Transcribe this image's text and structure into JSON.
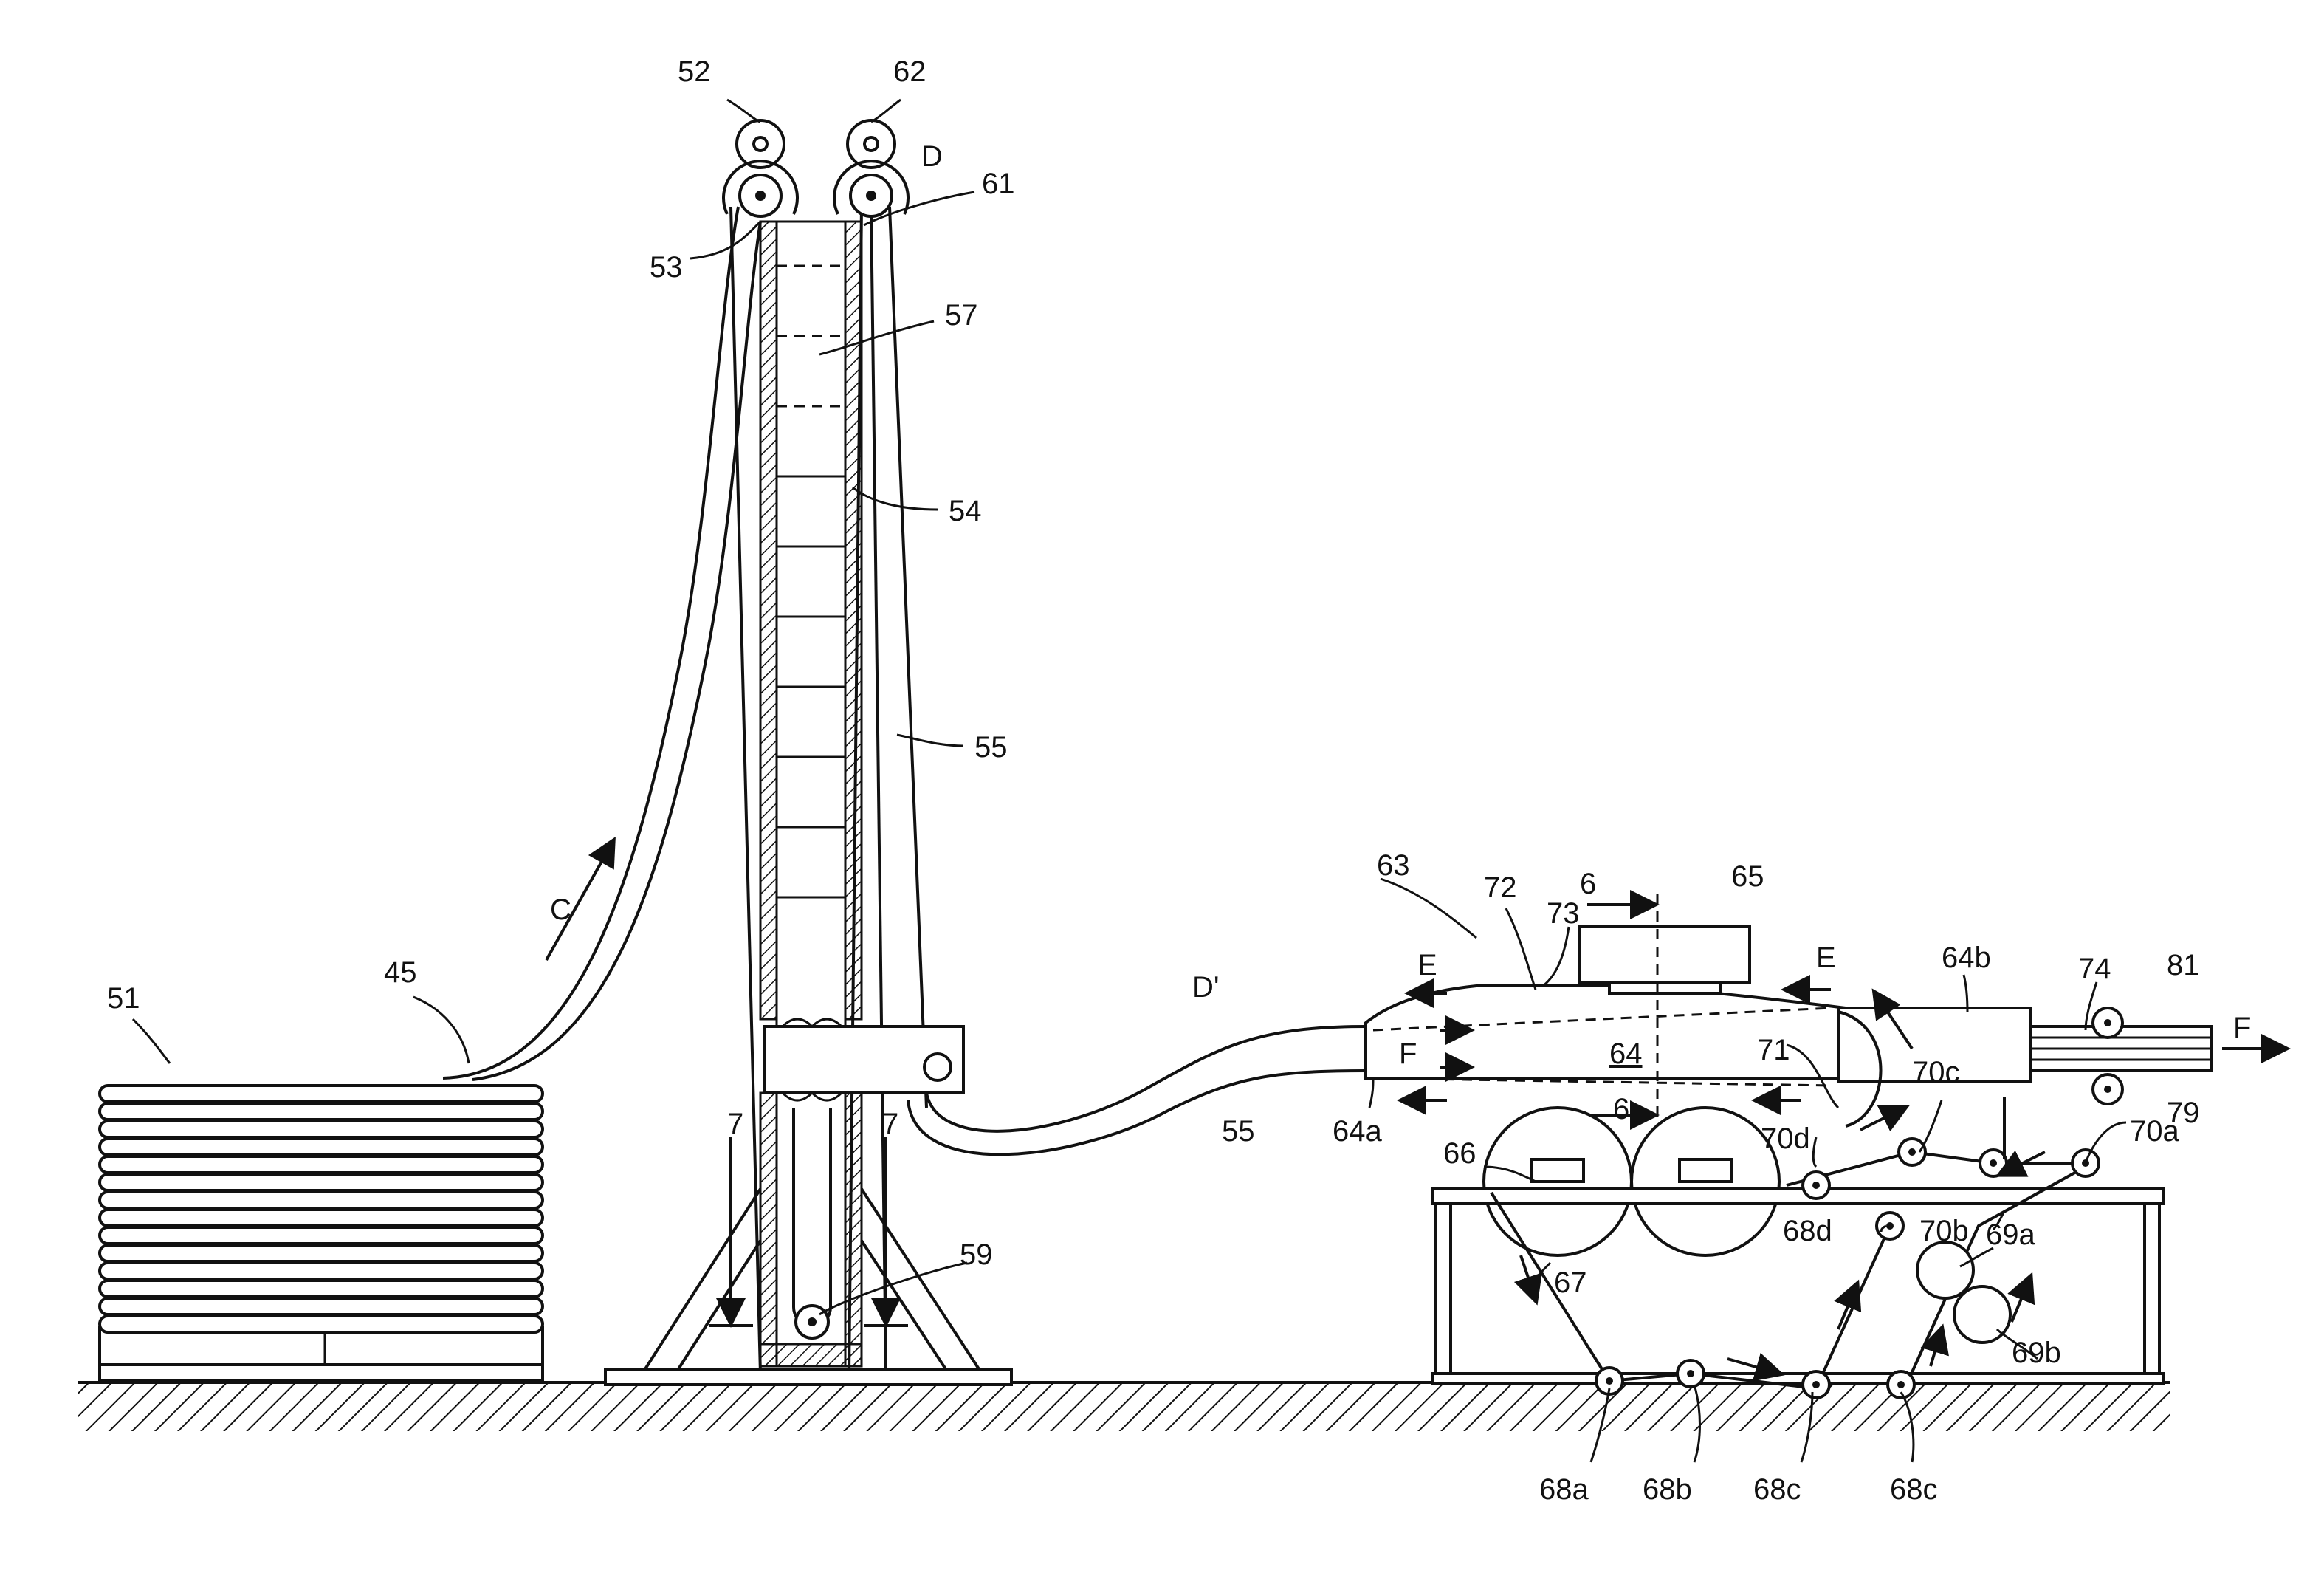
{
  "figure": {
    "labels": {
      "l51": "51",
      "l45": "45",
      "lC": "C",
      "l52": "52",
      "l62": "62",
      "lD": "D",
      "l61": "61",
      "l53": "53",
      "l57": "57",
      "l54": "54",
      "l55a": "55",
      "l59": "59",
      "l7a": "7",
      "l7b": "7",
      "lDp": "D'",
      "l55b": "55",
      "l63": "63",
      "l72": "72",
      "l73": "73",
      "l6a": "6",
      "l6b": "6",
      "l65": "65",
      "lE1": "E",
      "lE2": "E",
      "l64b": "64b",
      "l74": "74",
      "l81": "81",
      "lF1": "F",
      "lF2": "F",
      "l64": "64",
      "l71": "71",
      "l70c": "70c",
      "l79": "79",
      "l64a": "64a",
      "l66": "66",
      "l70d": "70d",
      "l70a": "70a",
      "l68d": "68d",
      "l70b": "70b",
      "l69a": "69a",
      "l67": "67",
      "l69b": "69b",
      "l68a": "68a",
      "l68b": "68b",
      "l68c1": "68c",
      "l68c2": "68c"
    }
  }
}
